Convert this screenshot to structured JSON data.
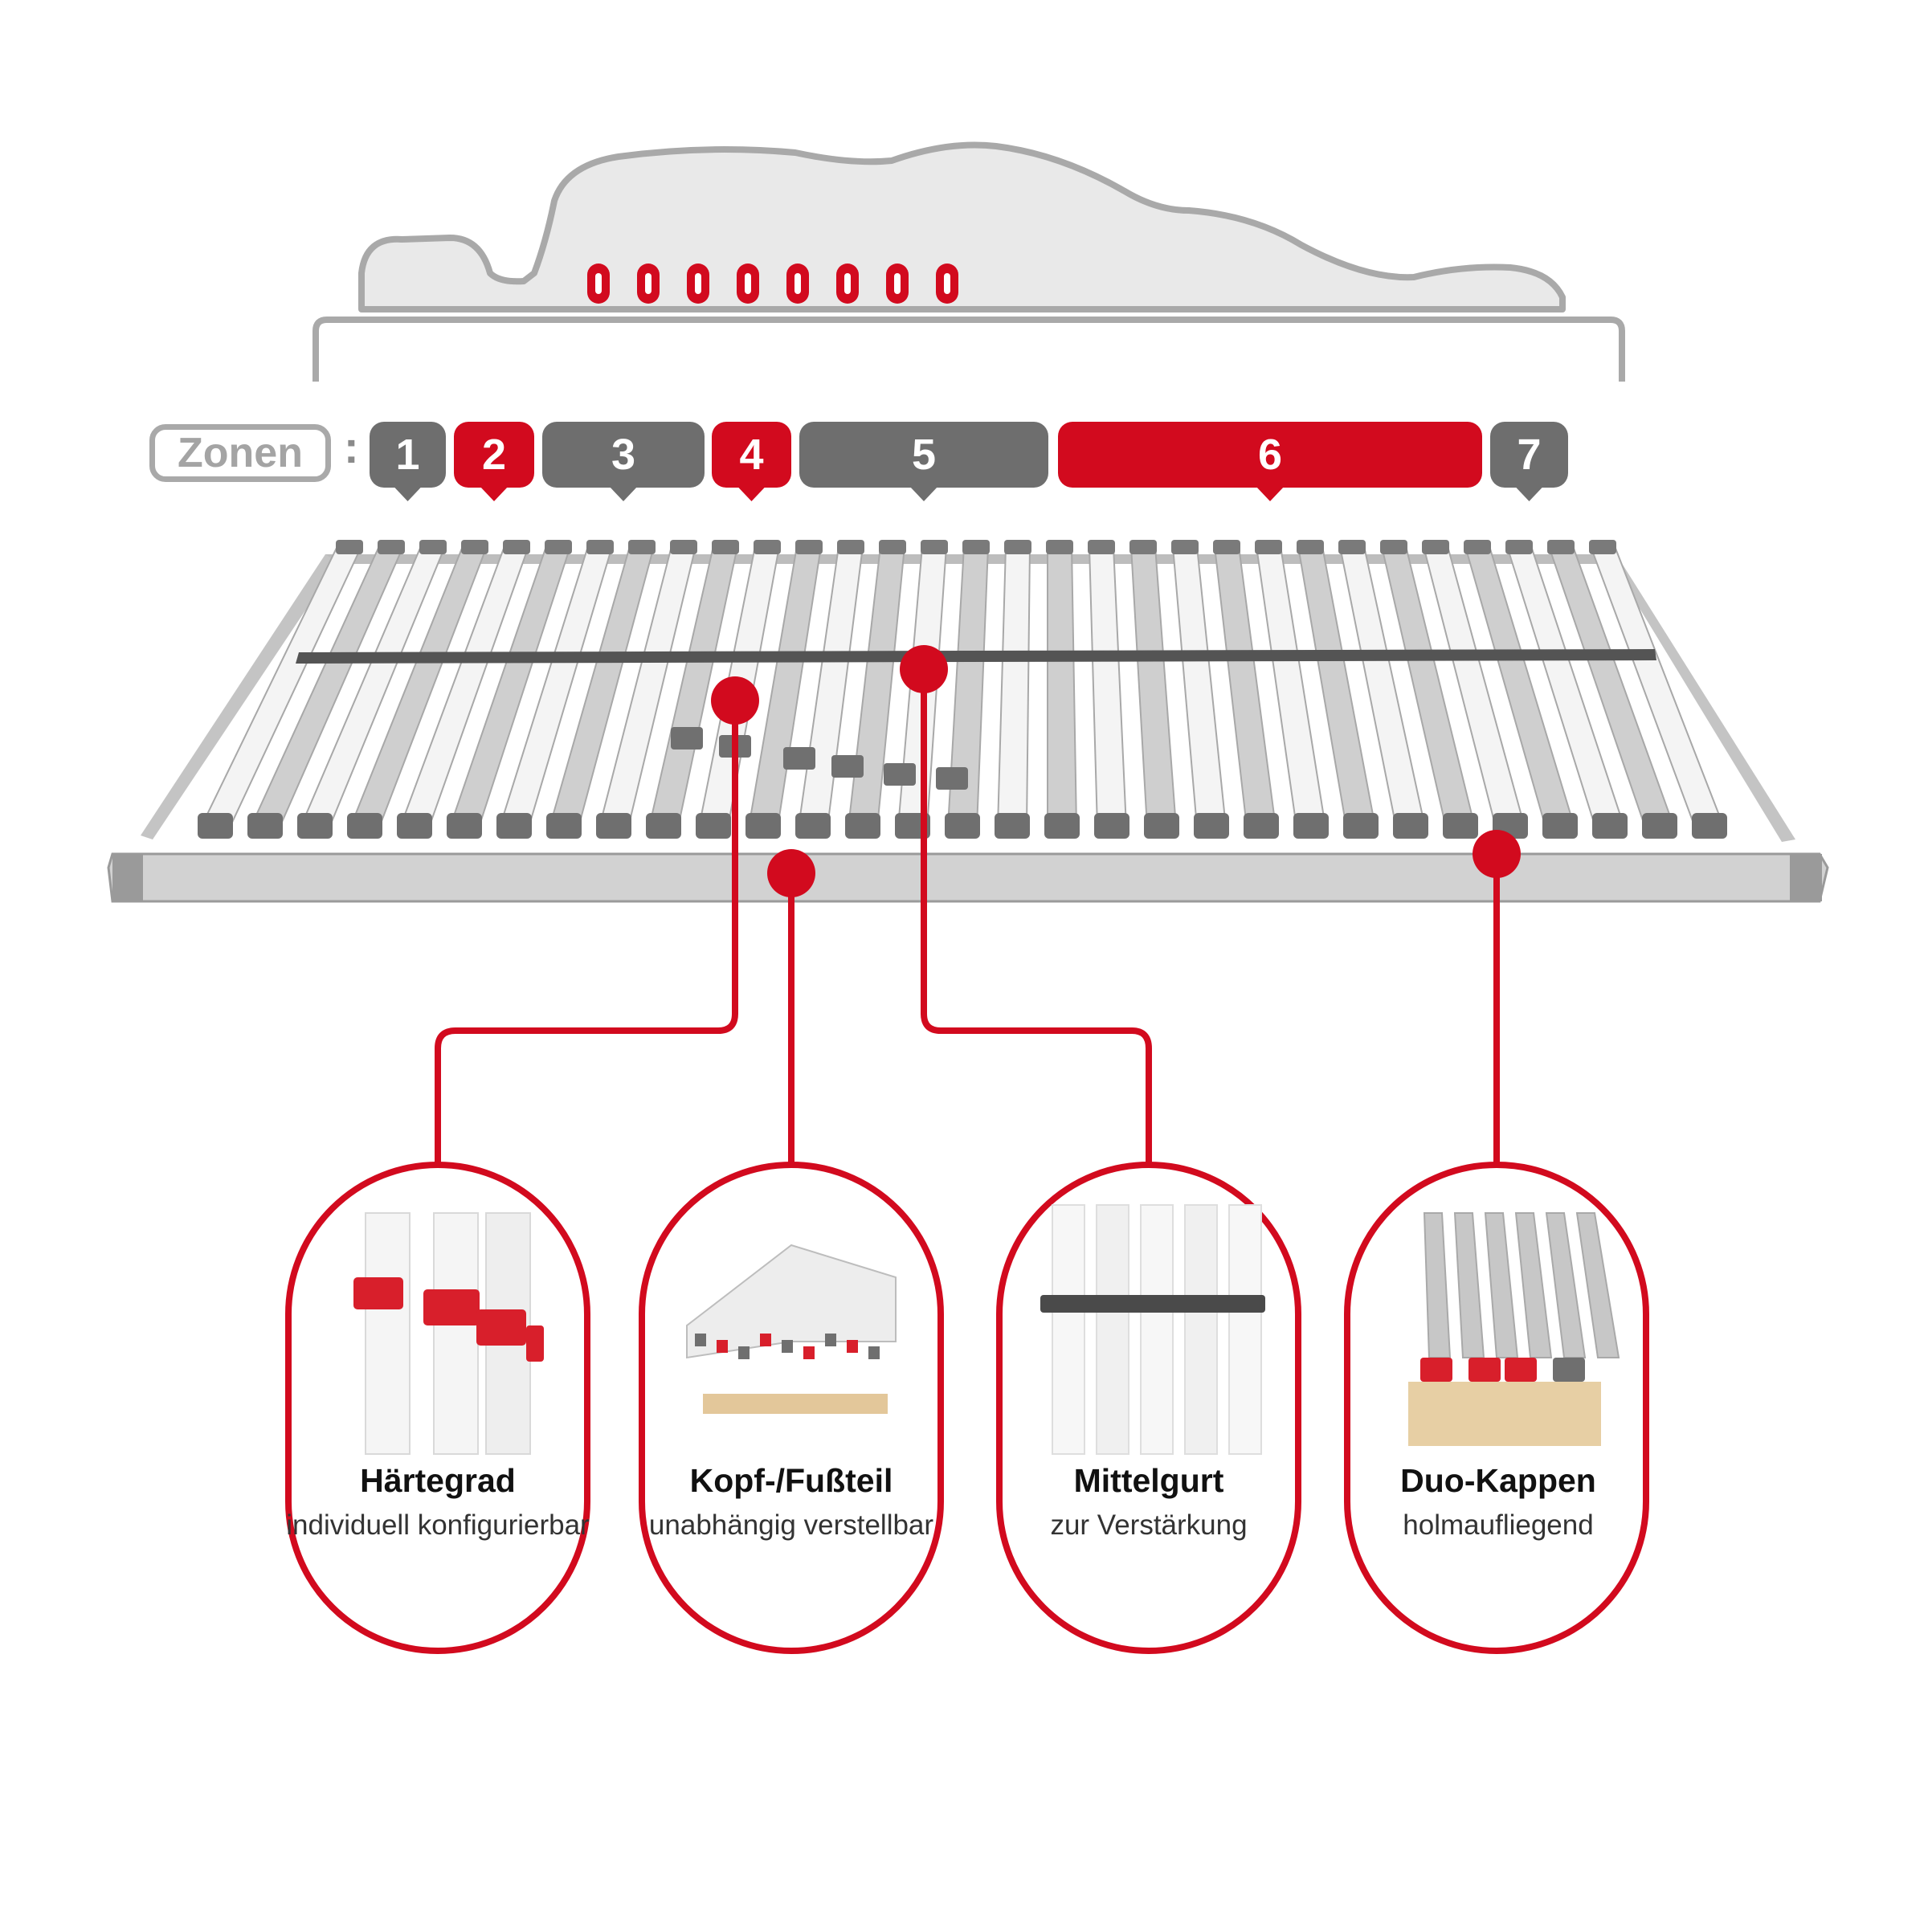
{
  "zones_label": "Zonen",
  "zones_colon": ":",
  "zones": [
    {
      "label": "1",
      "color": "#6e6e6e"
    },
    {
      "label": "2",
      "color": "#d20a1e"
    },
    {
      "label": "3",
      "color": "#6e6e6e"
    },
    {
      "label": "4",
      "color": "#d20a1e"
    },
    {
      "label": "5",
      "color": "#6e6e6e"
    },
    {
      "label": "6",
      "color": "#d20a1e"
    },
    {
      "label": "7",
      "color": "#6e6e6e"
    }
  ],
  "features": [
    {
      "title": "Härtegrad",
      "subtitle": "individuell konfigurierbar",
      "icon": "hardness-adjuster-icon"
    },
    {
      "title": "Kopf-/Fußteil",
      "subtitle": "unabhängig verstellbar",
      "icon": "adjustable-frame-icon"
    },
    {
      "title": "Mittelgurt",
      "subtitle": "zur Verstärkung",
      "icon": "center-strap-icon"
    },
    {
      "title": "Duo-Kappen",
      "subtitle": "holmaufliegend",
      "icon": "duo-caps-icon"
    }
  ],
  "colors": {
    "accent": "#d20a1e",
    "zone_gray": "#6e6e6e",
    "outline_gray": "#a9a9a9",
    "mattress_fill": "#e9e9e9"
  },
  "sensor_marks": 8
}
